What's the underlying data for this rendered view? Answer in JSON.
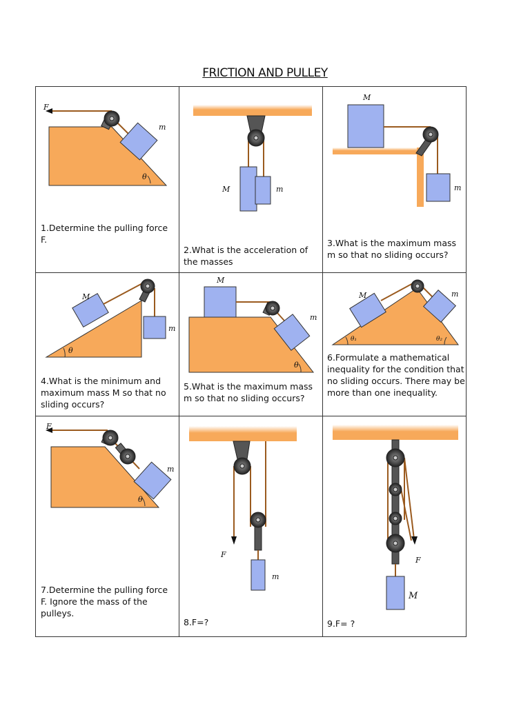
{
  "title": "FRICTION AND PULLEY",
  "problems": [
    {
      "caption": "1.Determine the pulling force F.",
      "labels": {
        "force": "F",
        "mass": "m",
        "angle": "θ"
      }
    },
    {
      "caption": "2.What is the acceleration of the masses",
      "labels": {
        "mass1": "M",
        "mass2": "m"
      }
    },
    {
      "caption": "3.What is the maximum mass m so that no sliding occurs?",
      "labels": {
        "mass1": "M",
        "mass2": "m"
      }
    },
    {
      "caption": "4.What is the minimum and maximum mass M so that no sliding occurs?",
      "labels": {
        "mass1": "M",
        "mass2": "m",
        "angle": "θ"
      }
    },
    {
      "caption": "5.What is the maximum mass m so that no sliding occurs?",
      "labels": {
        "mass1": "M",
        "mass2": "m",
        "angle": "θ"
      }
    },
    {
      "caption": "6.Formulate a mathematical inequality for the condition that no sliding occurs. There may be more than one inequality.",
      "labels": {
        "mass1": "M",
        "mass2": "m",
        "angle1": "θ₁",
        "angle2": "θ₂"
      }
    },
    {
      "caption": "7.Determine the pulling force F. Ignore the mass of the pulleys.",
      "labels": {
        "force": "F",
        "mass": "m",
        "angle": "θ"
      }
    },
    {
      "caption": "8.F=?",
      "labels": {
        "force": "F",
        "mass": "m"
      }
    },
    {
      "caption": "9.F= ?",
      "labels": {
        "force": "F",
        "mass": "M"
      }
    }
  ],
  "colors": {
    "wedge": "#f7a95a",
    "block": "#9fb2f0",
    "rope": "#9a5a1e",
    "pulley": "#555555",
    "ceiling": "#f7a95a"
  }
}
